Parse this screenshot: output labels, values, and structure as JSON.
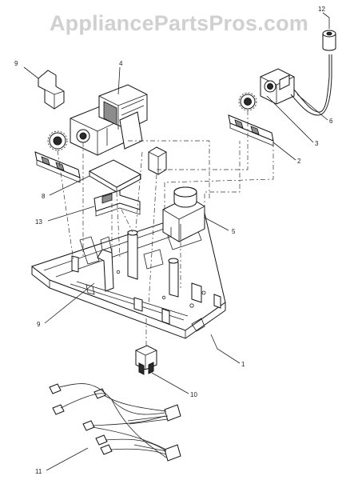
{
  "watermark": "AppliancePartsPros.com",
  "callouts": {
    "c1": "1",
    "c2": "2",
    "c3": "3",
    "c4": "4",
    "c5": "5",
    "c6": "6",
    "c8": "8",
    "c9": "9",
    "c10": "10",
    "c11": "11",
    "c12": "12",
    "c13": "13",
    "c9b": "9"
  },
  "colors": {
    "line": "#111111",
    "watermark": "#aaaaaa",
    "background": "#ffffff"
  }
}
